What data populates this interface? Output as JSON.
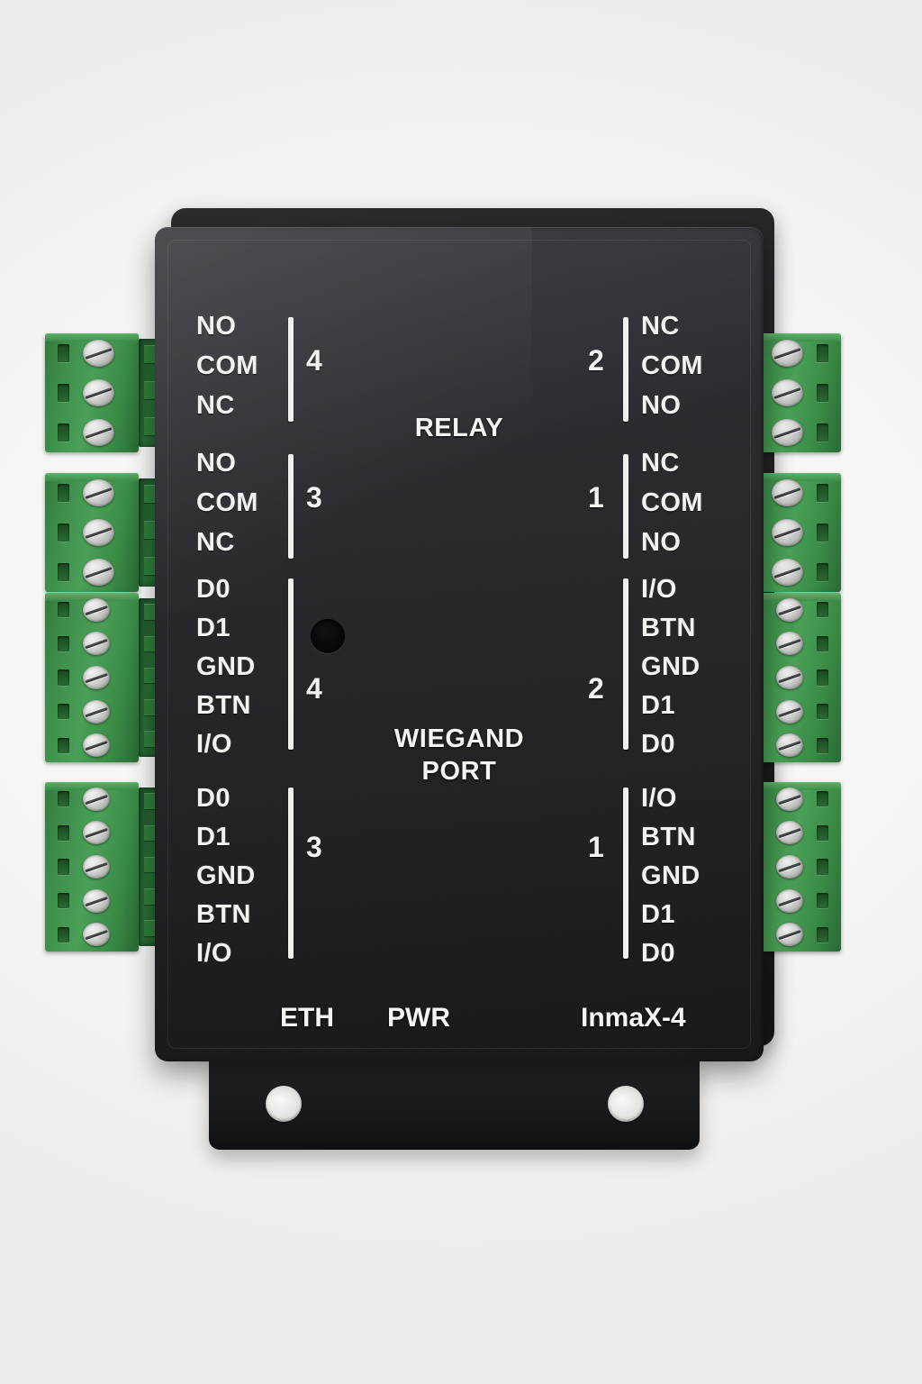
{
  "device": {
    "model": "InmaX-4",
    "body_color": "#212325",
    "terminal_color": "#3d8c49",
    "silkscreen_color": "#f2f3f1"
  },
  "sections": {
    "relay": {
      "title": "RELAY",
      "groups": [
        {
          "number": "4",
          "side": "left",
          "pins": [
            "NO",
            "COM",
            "NC"
          ]
        },
        {
          "number": "3",
          "side": "left",
          "pins": [
            "NO",
            "COM",
            "NC"
          ]
        },
        {
          "number": "2",
          "side": "right",
          "pins": [
            "NC",
            "COM",
            "NO"
          ]
        },
        {
          "number": "1",
          "side": "right",
          "pins": [
            "NC",
            "COM",
            "NO"
          ]
        }
      ]
    },
    "wiegand": {
      "title_line1": "WIEGAND",
      "title_line2": "PORT",
      "groups": [
        {
          "number": "4",
          "side": "left",
          "pins": [
            "D0",
            "D1",
            "GND",
            "BTN",
            "I/O"
          ]
        },
        {
          "number": "3",
          "side": "left",
          "pins": [
            "D0",
            "D1",
            "GND",
            "BTN",
            "I/O"
          ]
        },
        {
          "number": "2",
          "side": "right",
          "pins": [
            "I/O",
            "BTN",
            "GND",
            "D1",
            "D0"
          ]
        },
        {
          "number": "1",
          "side": "right",
          "pins": [
            "I/O",
            "BTN",
            "GND",
            "D1",
            "D0"
          ]
        }
      ]
    }
  },
  "bottom_labels": {
    "eth": "ETH",
    "pwr": "PWR",
    "model": "InmaX-4"
  },
  "terminal_blocks": {
    "left": [
      {
        "pins": 3,
        "name": "relay-4"
      },
      {
        "pins": 3,
        "name": "relay-3"
      },
      {
        "pins": 5,
        "name": "wiegand-4"
      },
      {
        "pins": 5,
        "name": "wiegand-3"
      }
    ],
    "right": [
      {
        "pins": 3,
        "name": "relay-2"
      },
      {
        "pins": 3,
        "name": "relay-1"
      },
      {
        "pins": 5,
        "name": "wiegand-2"
      },
      {
        "pins": 5,
        "name": "wiegand-1"
      }
    ]
  }
}
